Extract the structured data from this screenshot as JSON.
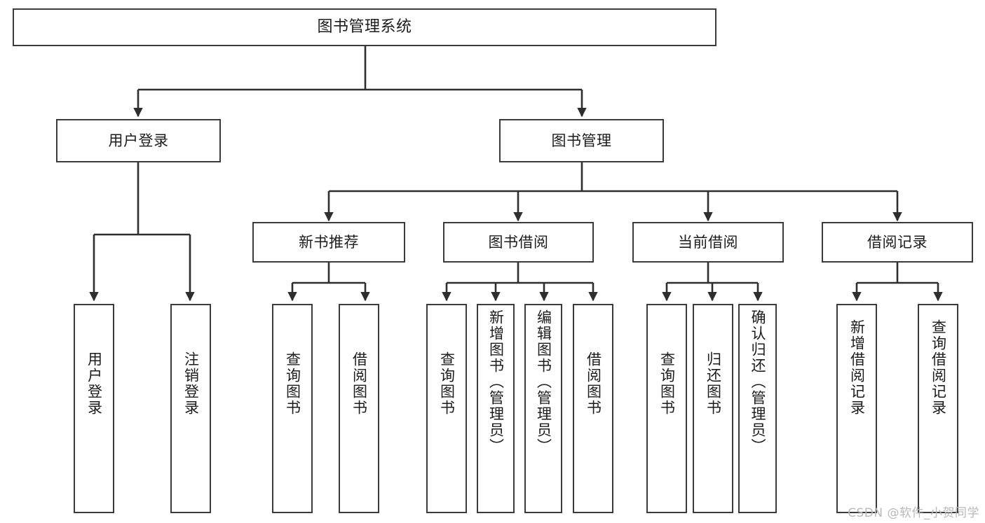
{
  "diagram": {
    "title": "图书管理系统",
    "type": "hierarchy-tree",
    "root": {
      "id": "root",
      "label": "图书管理系统"
    },
    "level2": [
      {
        "id": "user-login",
        "label": "用户登录"
      },
      {
        "id": "book-management",
        "label": "图书管理"
      }
    ],
    "level3": [
      {
        "id": "new-book-recommend",
        "label": "新书推荐",
        "parent": "book-management"
      },
      {
        "id": "book-borrow",
        "label": "图书借阅",
        "parent": "book-management"
      },
      {
        "id": "current-borrow",
        "label": "当前借阅",
        "parent": "book-management"
      },
      {
        "id": "borrow-record",
        "label": "借阅记录",
        "parent": "book-management"
      }
    ],
    "leaves": [
      {
        "id": "leaf-user-login",
        "label": "用户登录",
        "parent": "user-login"
      },
      {
        "id": "leaf-user-logout",
        "label": "注销登录",
        "parent": "user-login"
      },
      {
        "id": "leaf-query-book-1",
        "label": "查询图书",
        "parent": "new-book-recommend"
      },
      {
        "id": "leaf-borrow-book-1",
        "label": "借阅图书",
        "parent": "new-book-recommend"
      },
      {
        "id": "leaf-query-book-2",
        "label": "查询图书",
        "parent": "book-borrow"
      },
      {
        "id": "leaf-add-book",
        "label": "新增图书（管理员）",
        "parent": "book-borrow"
      },
      {
        "id": "leaf-edit-book",
        "label": "编辑图书（管理员）",
        "parent": "book-borrow"
      },
      {
        "id": "leaf-borrow-book-2",
        "label": "借阅图书",
        "parent": "book-borrow"
      },
      {
        "id": "leaf-query-book-3",
        "label": "查询图书",
        "parent": "current-borrow"
      },
      {
        "id": "leaf-return-book",
        "label": "归还图书",
        "parent": "current-borrow"
      },
      {
        "id": "leaf-confirm-return",
        "label": "确认归还（管理员）",
        "parent": "current-borrow"
      },
      {
        "id": "leaf-add-record",
        "label": "新增借阅记录",
        "parent": "borrow-record"
      },
      {
        "id": "leaf-query-record",
        "label": "查询借阅记录",
        "parent": "borrow-record"
      }
    ]
  },
  "watermark": {
    "text": "CSDN @软件_小贺同学"
  },
  "colors": {
    "border": "#3b3b3b",
    "background": "#ffffff",
    "text": "#1c1c1c",
    "watermark": "#b9b9b9"
  }
}
